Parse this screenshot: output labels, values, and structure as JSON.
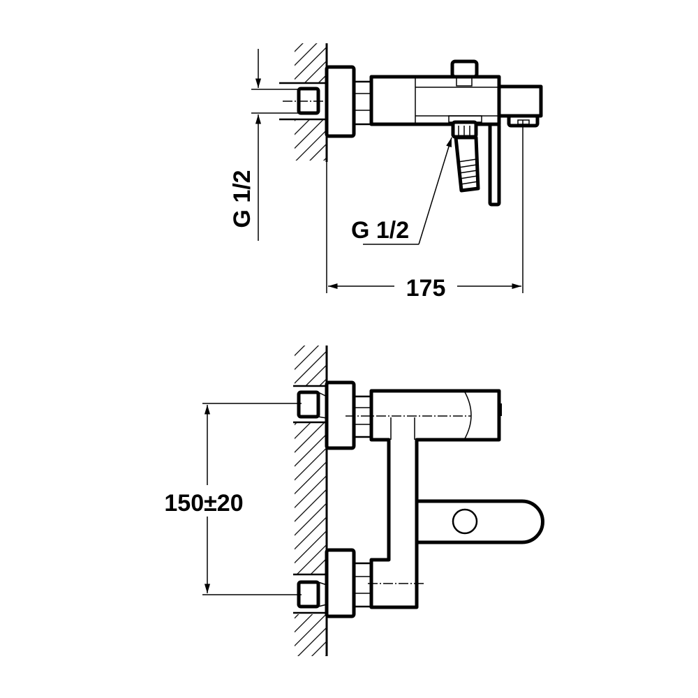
{
  "top_view": {
    "thread_label_left": "G 1/2",
    "thread_label_outlet": "G 1/2",
    "projection_dimension": "175"
  },
  "front_view": {
    "center_distance_dimension": "150±20"
  },
  "colors": {
    "line": "#000000",
    "background": "#ffffff"
  }
}
